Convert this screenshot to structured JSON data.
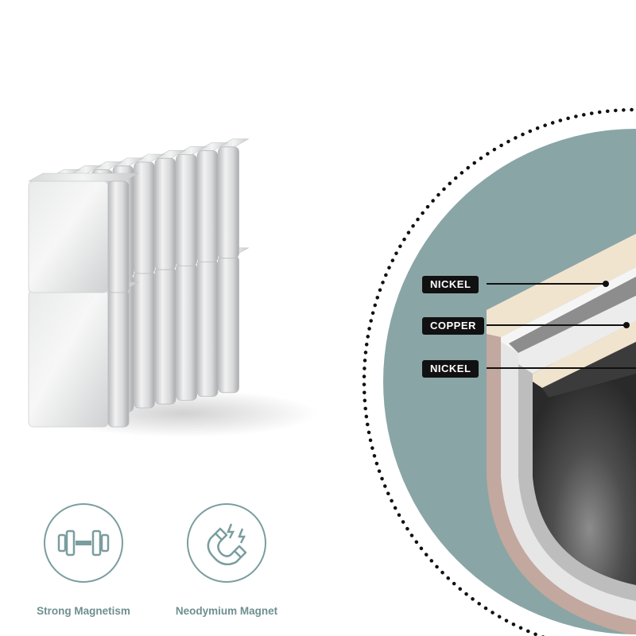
{
  "layers": [
    {
      "label": "NICKEL",
      "color": "#f1e4cf"
    },
    {
      "label": "COPPER",
      "color": "#bfa297"
    },
    {
      "label": "NICKEL",
      "color": "#e8e8e8"
    }
  ],
  "features": [
    {
      "label": "Strong Magnetism",
      "icon": "dumbbell-icon"
    },
    {
      "label": "Neodymium Magnet",
      "icon": "horseshoe-magnet-icon"
    }
  ],
  "colors": {
    "accent": "#7a9d9f",
    "backdrop_teal": "#8aa5a6",
    "label_bg": "#111111"
  },
  "magnet_count": 20
}
